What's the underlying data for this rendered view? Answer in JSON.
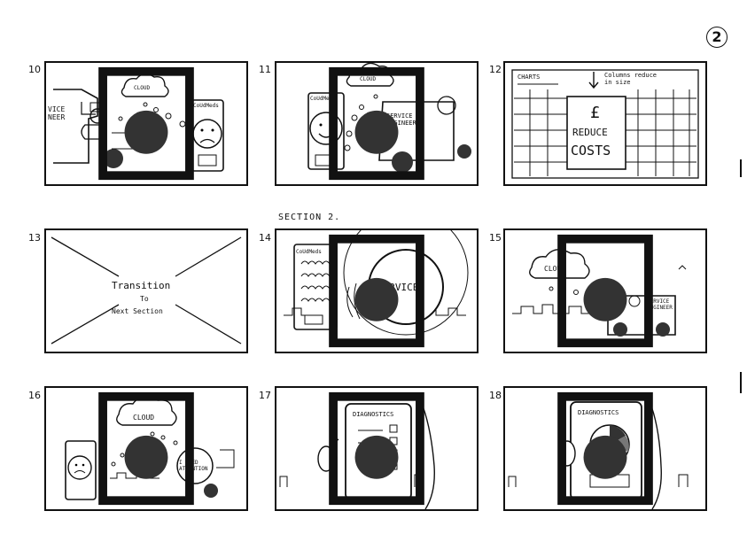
{
  "page_number": "2",
  "section_heading": "SECTION 2.",
  "panels": [
    {
      "number": "10",
      "cloud": "CLOUD",
      "phone": "CoUdMeds",
      "person": "VICE\nNEER"
    },
    {
      "number": "11",
      "cloud": "CLOUD",
      "phone": "CoUdMeds",
      "person": "SERVICE\nENGINEER"
    },
    {
      "number": "12",
      "charts": "CHARTS",
      "note": "Columns reduce\nin size",
      "pound": "£",
      "line1": "REDUCE",
      "line2": "COSTS"
    },
    {
      "number": "13",
      "line1": "Transition",
      "line2": "To",
      "line3": "Next Section"
    },
    {
      "number": "14",
      "phone": "CoUdMeds",
      "service": "SERVICE"
    },
    {
      "number": "15",
      "cloud": "CLOUD",
      "person": "SERVICE\nENGINEER"
    },
    {
      "number": "16",
      "cloud": "CLOUD",
      "speech": "I NEED\nATTENTION"
    },
    {
      "number": "17",
      "title": "DIAGNOSTICS"
    },
    {
      "number": "18",
      "title": "DIAGNOSTICS"
    }
  ]
}
